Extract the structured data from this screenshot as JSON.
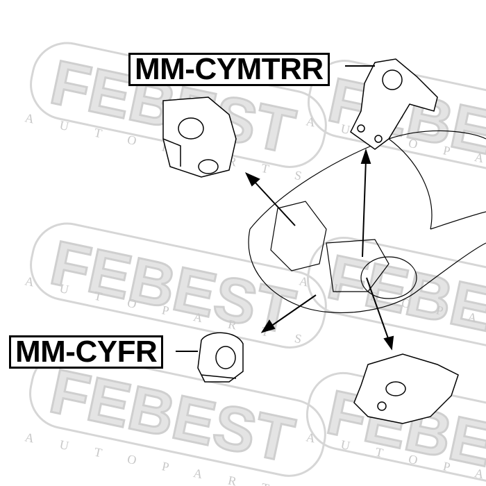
{
  "parts": [
    {
      "code": "MM-CYMTRR"
    },
    {
      "code": "MM-CYFR"
    }
  ],
  "watermark": {
    "brand": "FEBEST",
    "tagline": "AUTO PARTS"
  }
}
